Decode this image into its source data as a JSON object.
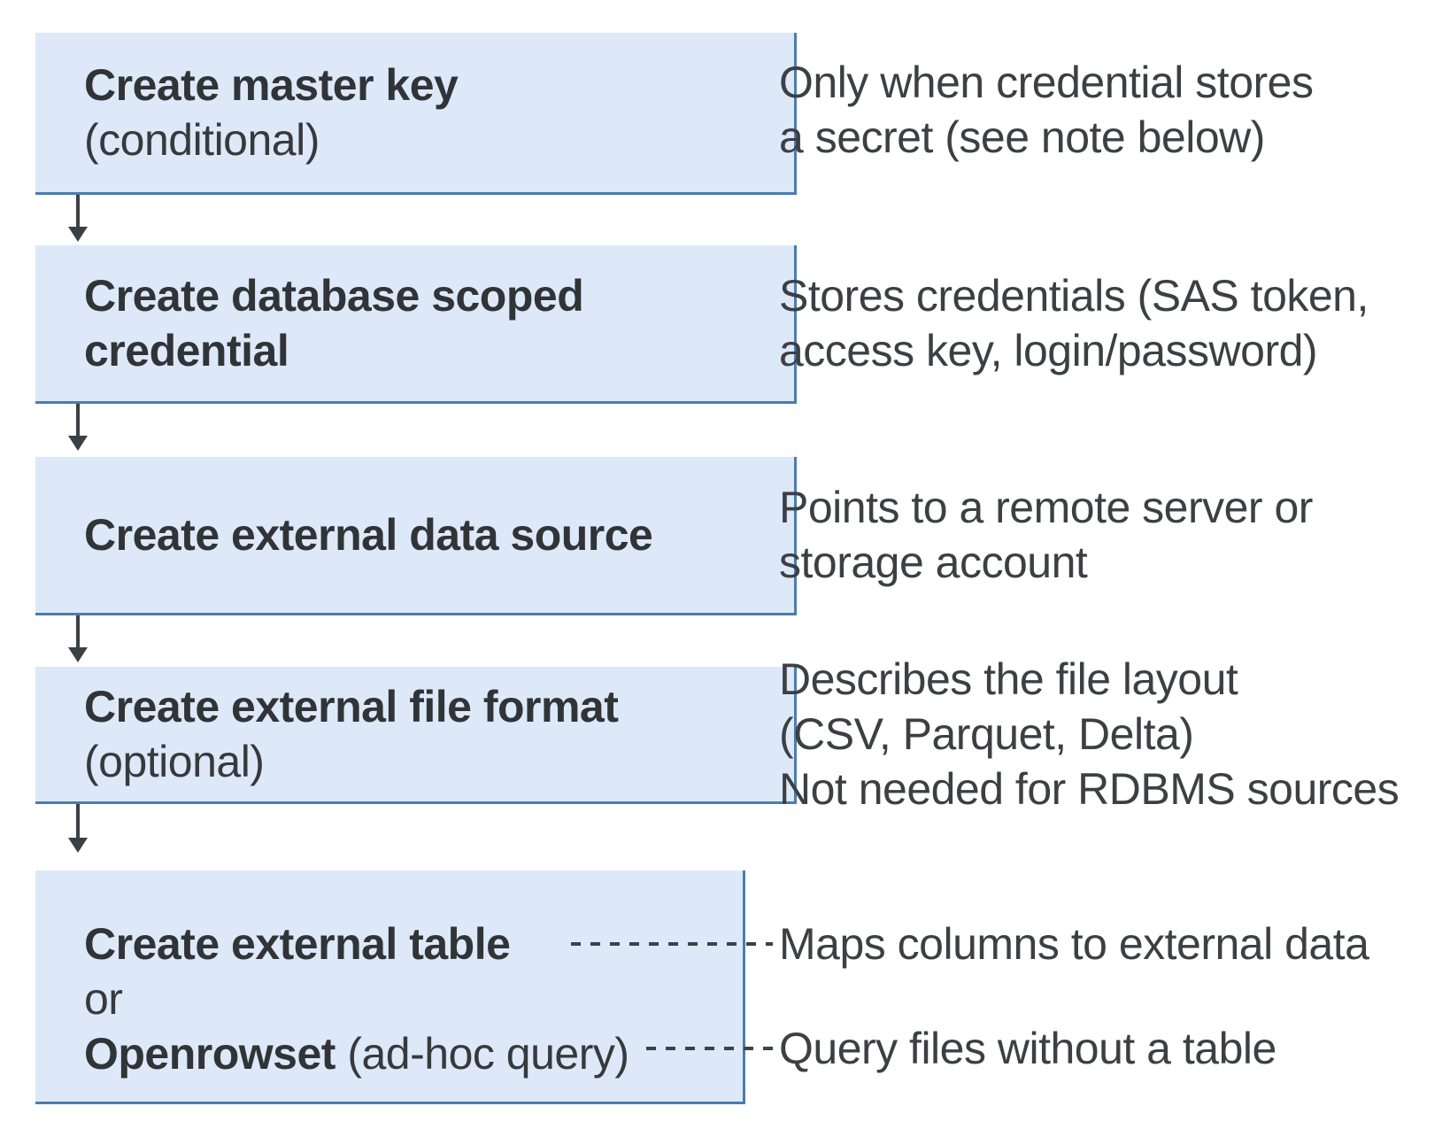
{
  "palette": {
    "box_fill": "#dde9f8",
    "box_border": "#4b7cb0",
    "arrow_color": "#3b4045",
    "box_text": "#313437",
    "annotation_text": "#3c3f43"
  },
  "steps": [
    {
      "title": "Create master key",
      "subtitle": "(conditional)",
      "annotation": "Only when credential stores\na secret (see note below)"
    },
    {
      "title": "Create database scoped\ncredential",
      "annotation": "Stores credentials (SAS token,\naccess key, login/password)"
    },
    {
      "title": "Create external data source",
      "annotation": "Points to a remote server or\nstorage account"
    },
    {
      "title": "Create external file format",
      "subtitle": "(optional)",
      "annotation": "Describes the file layout\n(CSV, Parquet, Delta)\nNot needed for RDBMS sources"
    }
  ],
  "final_step": {
    "option_table": "Create external table",
    "conjunction": "or",
    "option_openrowset": "Openrowset",
    "option_openrowset_suffix": " (ad-hoc query)",
    "annotation_table": "Maps columns to external data",
    "annotation_openrowset": "Query files without a table"
  }
}
